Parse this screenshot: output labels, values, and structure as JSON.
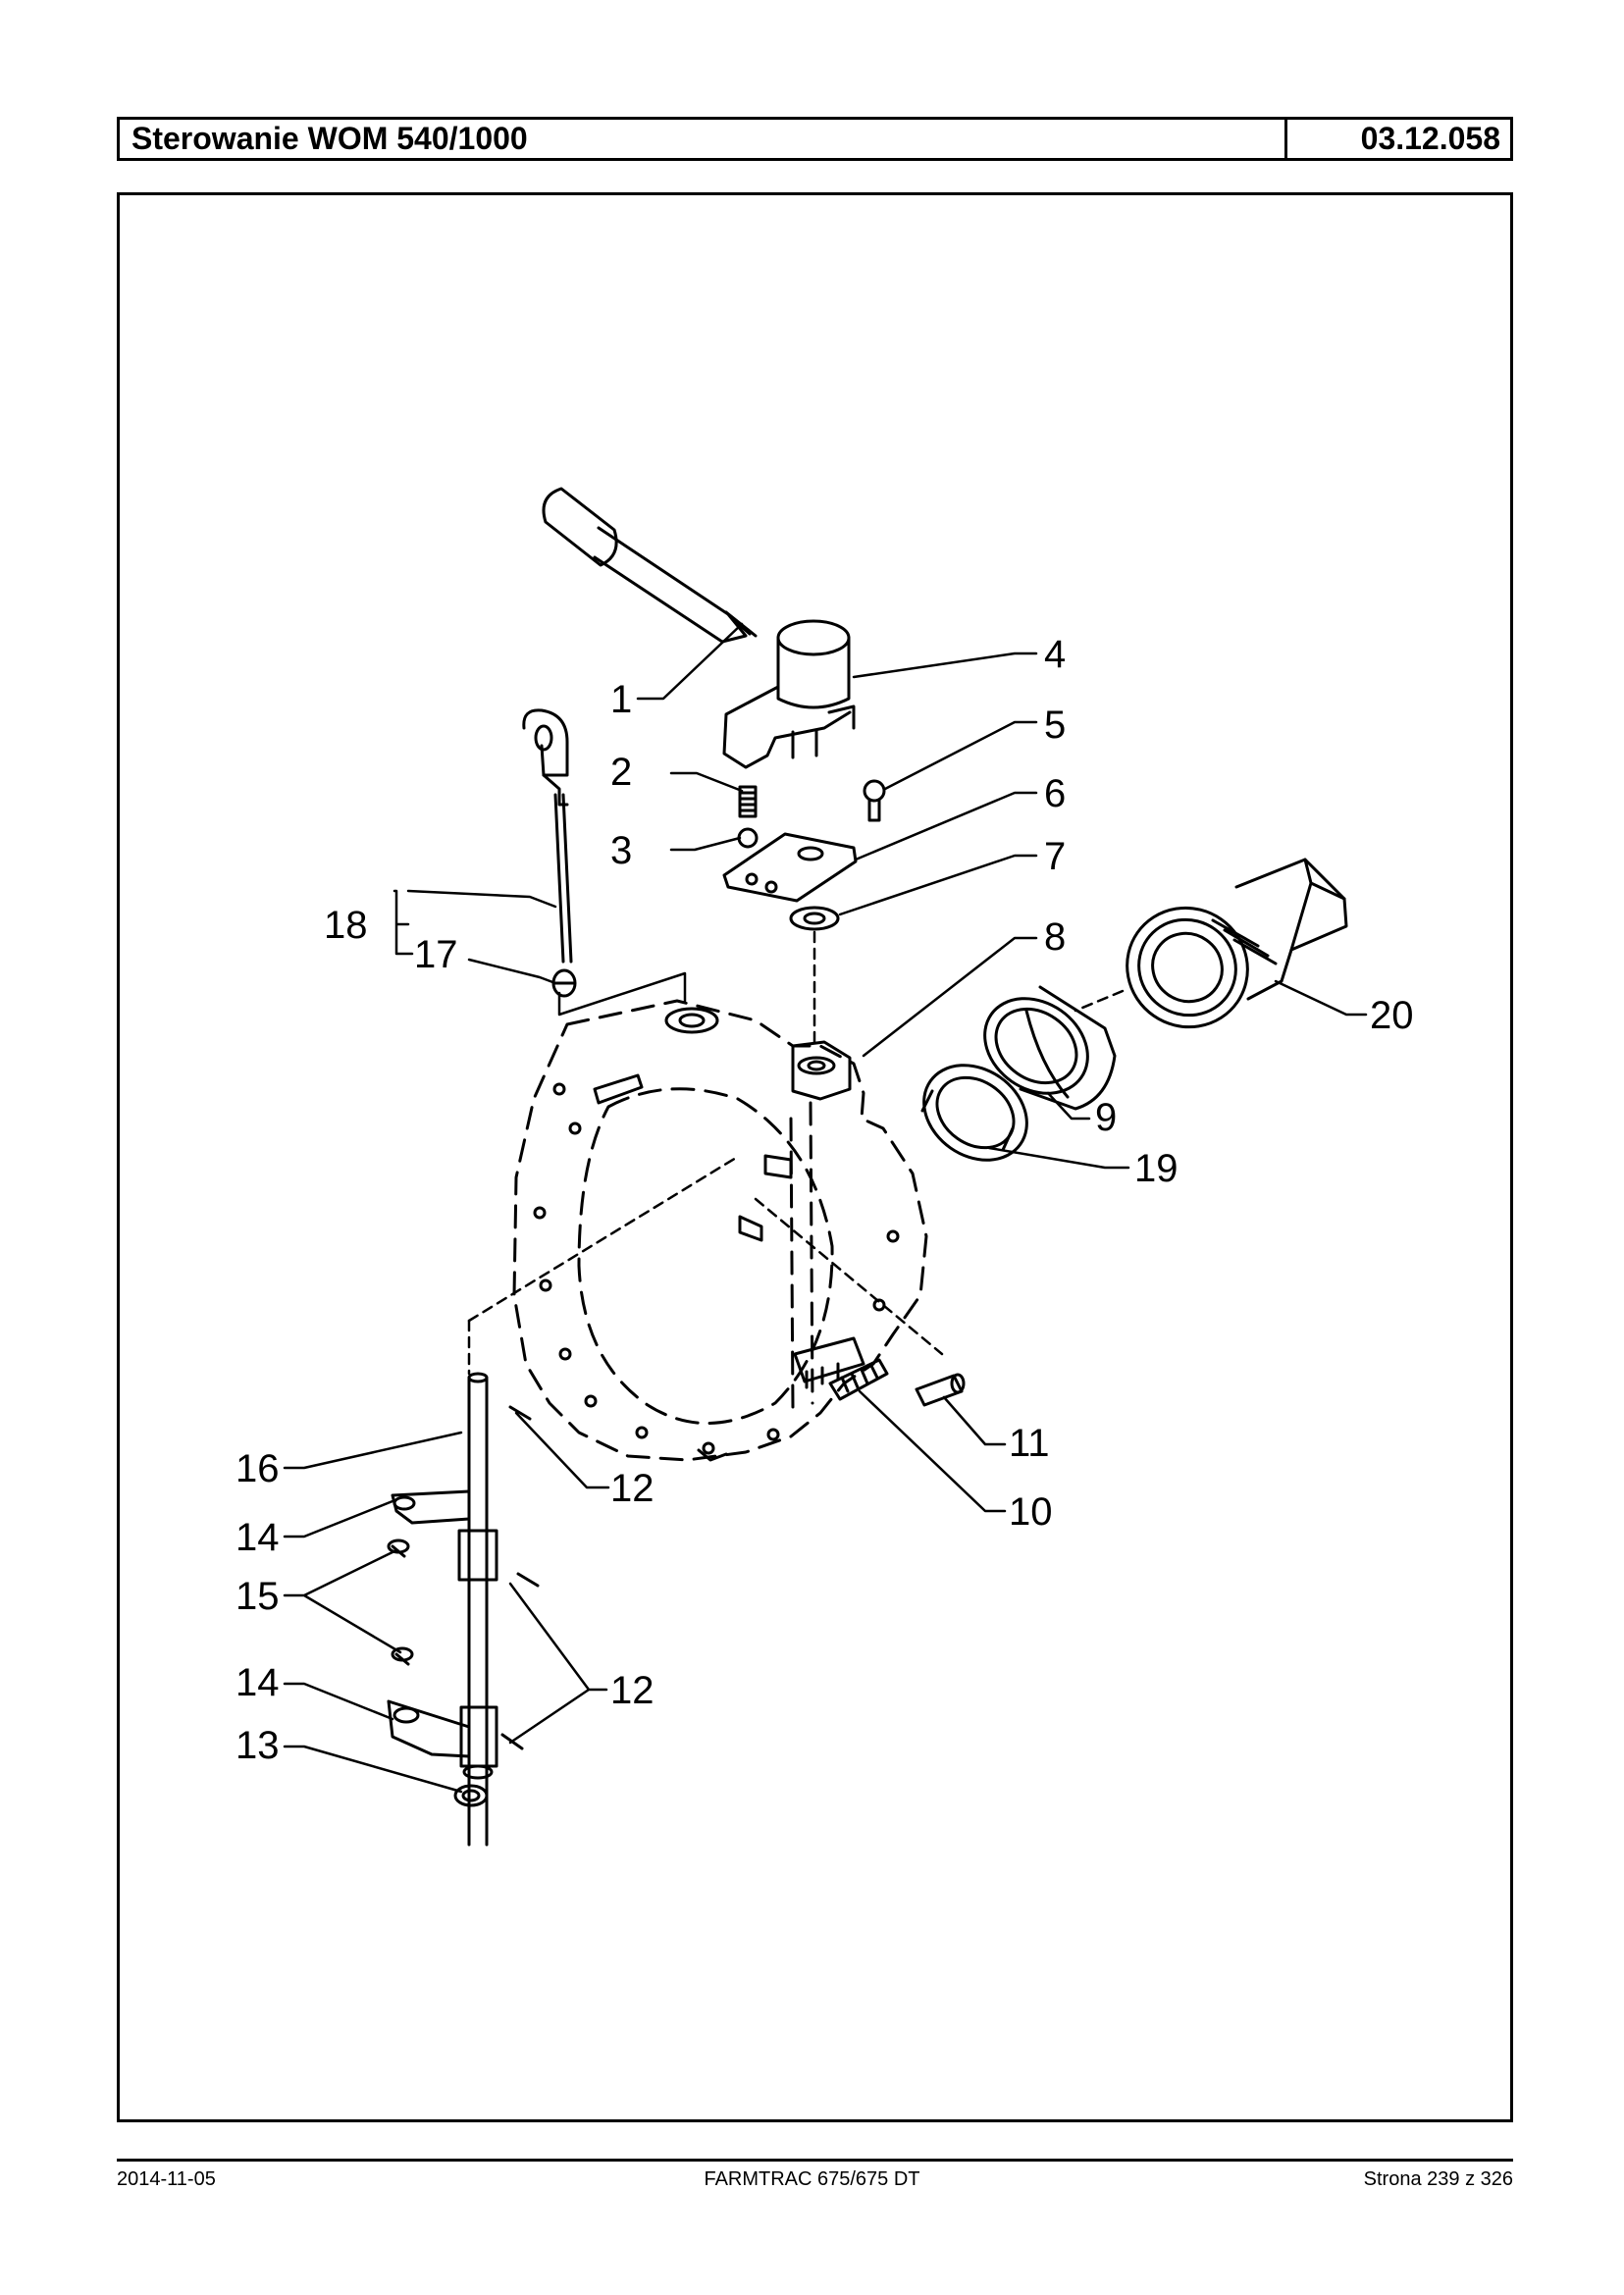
{
  "header": {
    "title": "Sterowanie WOM 540/1000",
    "code": "03.12.058"
  },
  "diagram": {
    "callouts": [
      "1",
      "2",
      "3",
      "4",
      "5",
      "6",
      "7",
      "8",
      "9",
      "10",
      "11",
      "12",
      "12",
      "13",
      "14",
      "14",
      "15",
      "16",
      "17",
      "18",
      "19",
      "20"
    ]
  },
  "footer": {
    "date": "2014-11-05",
    "model": "FARMTRAC 675/675 DT",
    "page": "Strona 239 z 326"
  }
}
